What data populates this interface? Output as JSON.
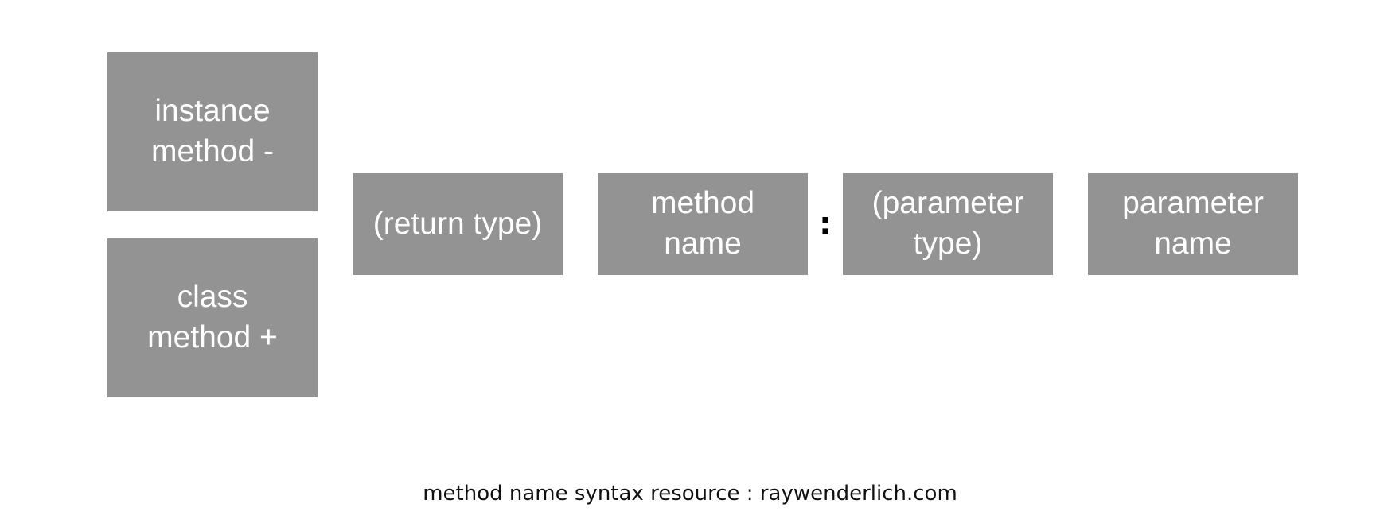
{
  "diagram": {
    "left_column": {
      "instance": "instance\nmethod -",
      "class": "class\nmethod +"
    },
    "row": {
      "return_type": "(return type)",
      "method_name": "method\nname",
      "colon": ":",
      "parameter_type": "(parameter\ntype)",
      "parameter_name": "parameter\nname"
    }
  },
  "caption": "method name syntax resource : raywenderlich.com",
  "colors": {
    "box_fill": "#939393",
    "box_text": "#ffffff",
    "background": "#ffffff"
  }
}
